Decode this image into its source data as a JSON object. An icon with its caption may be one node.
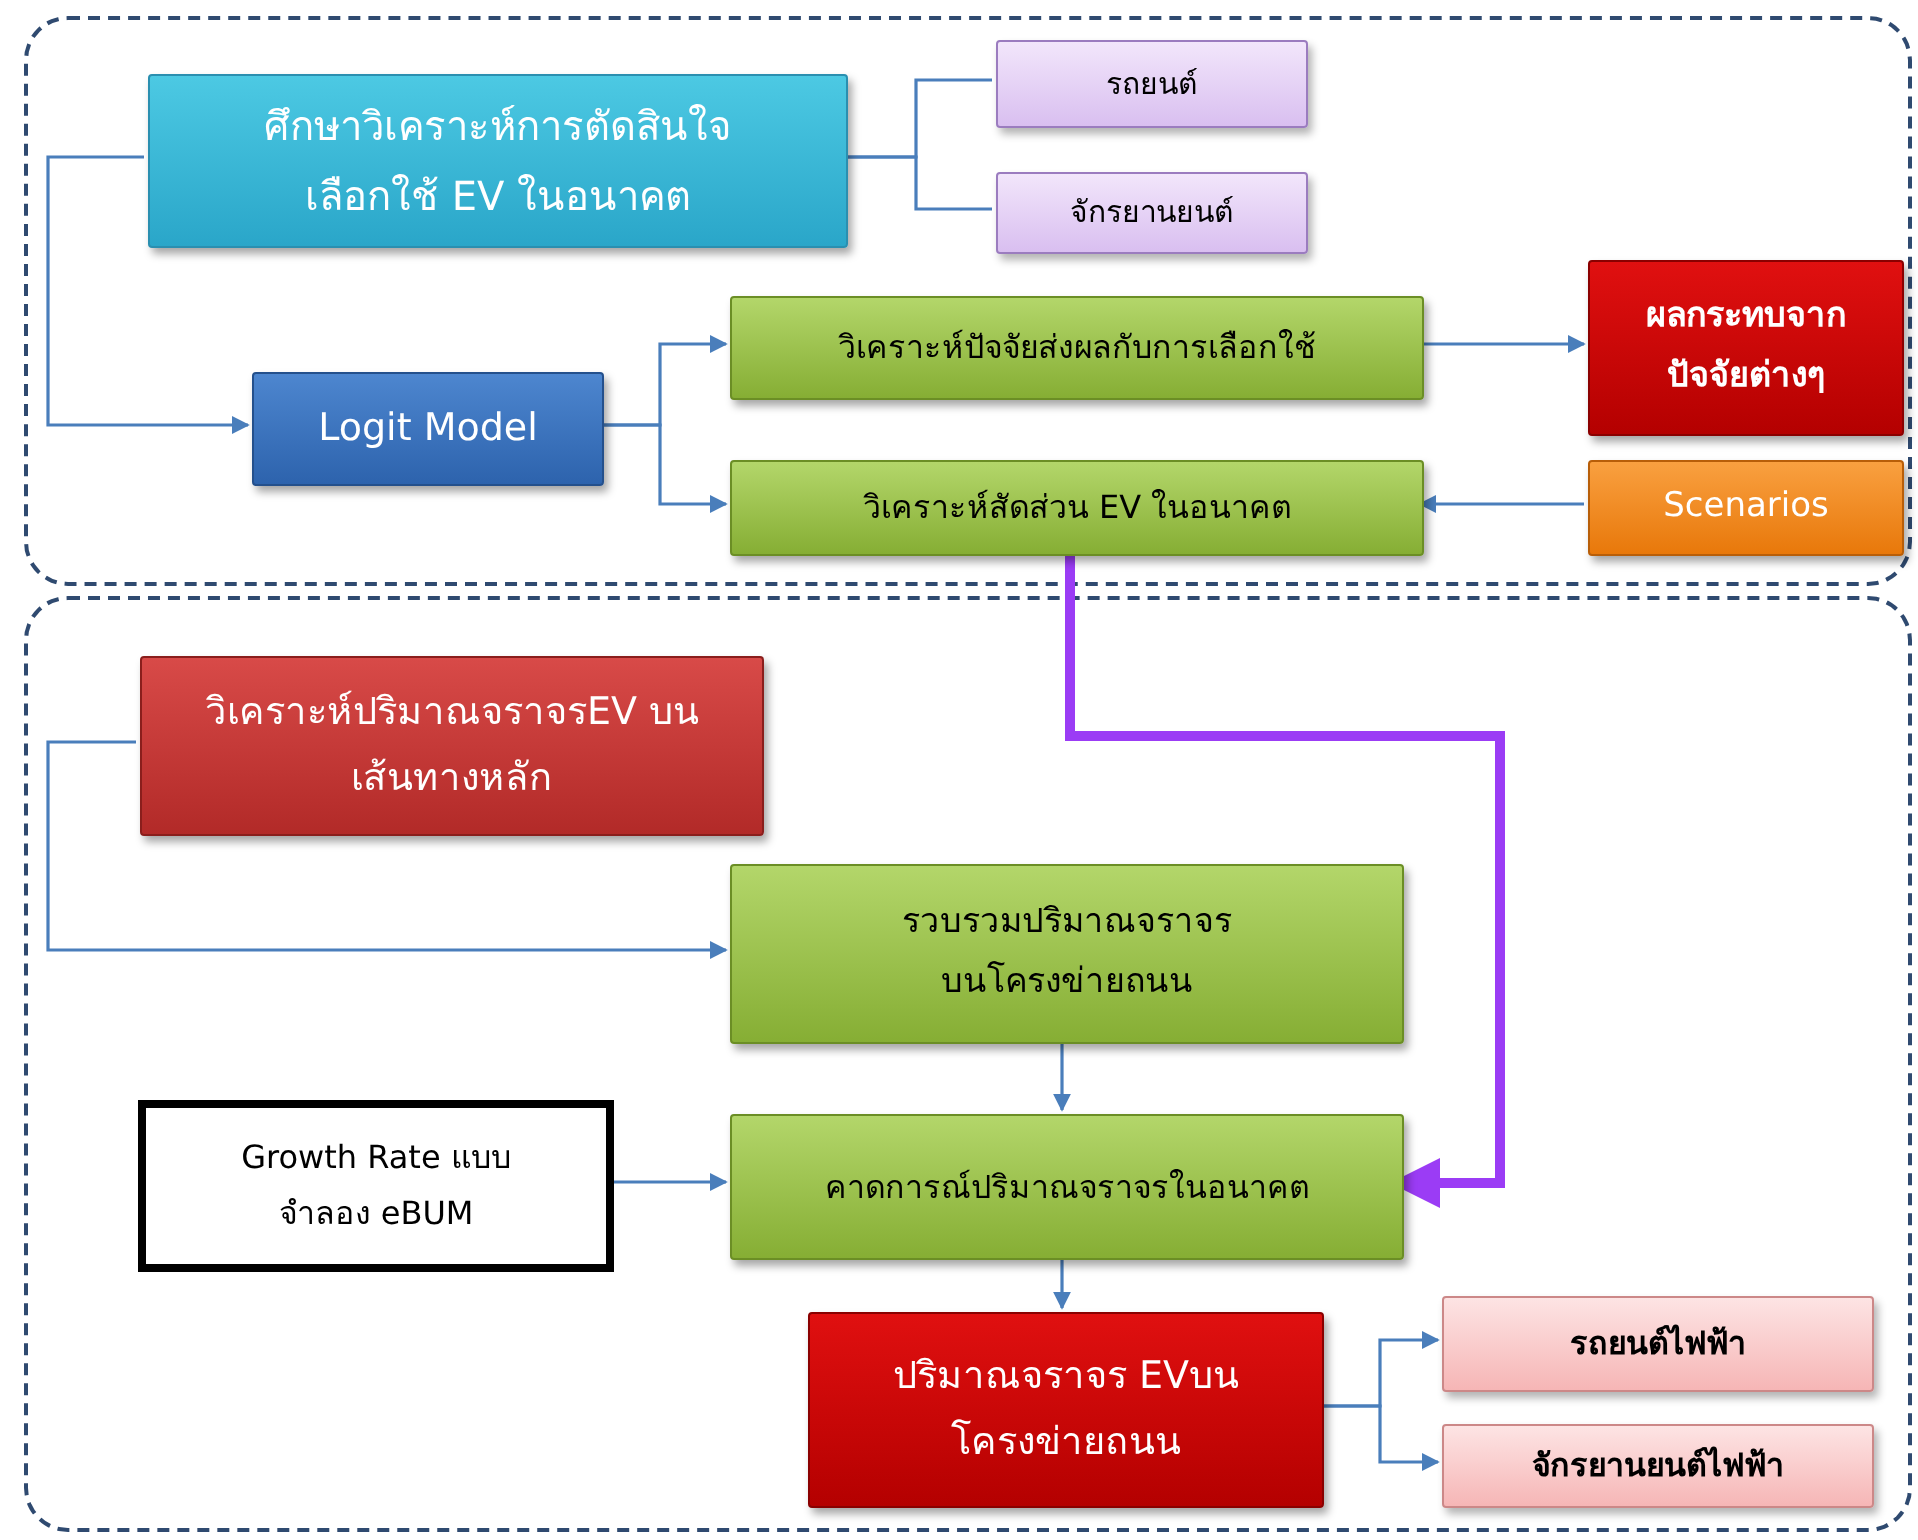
{
  "diagram": {
    "nodes": [
      {
        "text": [],
        "shape": "box"
      },
      {
        "text": [
          "ศึกษาวิเคราะห์การตัดสินใจเลือกใช้ EV ในอนาคต"
        ],
        "in": 0
      },
      {
        "text": [
          "รถยนต์"
        ],
        "in": 0
      },
      {
        "text": [
          "จักรยานยนต์"
        ],
        "in": 0
      },
      {
        "text": [
          "Logit Model"
        ],
        "in": 0
      },
      {
        "text": [
          "วิเคราะห์ปัจจัยส่งผลกับการเลือกใช้"
        ],
        "in": 0
      },
      {
        "text": [
          "ผลกระทบจากปัจจัยต่างๆ"
        ],
        "in": 0
      },
      {
        "text": [
          "วิเคราะห์สัดส่วน EV ในอนาคต"
        ],
        "in": 0
      },
      {
        "text": [
          "Scenarios"
        ],
        "in": 0
      },
      {
        "text": [],
        "shape": "box"
      },
      {
        "text": [
          "วิเคราะห์ปริมาณจราจรEV บนเส้นทางหลัก"
        ],
        "in": 9
      },
      {
        "text": [
          "รวบรวมปริมาณจราจรบนโครงข่ายถนน"
        ],
        "in": 9
      },
      {
        "text": [
          "Growth Rate แบบจำลอง eBUM"
        ],
        "in": 9
      },
      {
        "text": [
          "คาดการณ์ปริมาณจราจรในอนาคต"
        ],
        "in": 9
      },
      {
        "text": [
          "ปริมาณจราจร EVบนโครงข่ายถนน"
        ],
        "in": 9
      },
      {
        "text": [
          "รถยนต์ไฟฟ้า"
        ],
        "in": 9
      },
      {
        "text": [
          "จักรยานยนต์ไฟฟ้า"
        ],
        "in": 9
      }
    ],
    "edges": [
      {
        "from": 1,
        "to": 2,
        "arrow": "none"
      },
      {
        "from": 1,
        "to": 3,
        "arrow": "none"
      },
      {
        "from": 1,
        "to": 4,
        "arrow": "to"
      },
      {
        "from": 4,
        "to": 5,
        "arrow": "to"
      },
      {
        "from": 4,
        "to": 7,
        "arrow": "to"
      },
      {
        "from": 5,
        "to": 6,
        "arrow": "to"
      },
      {
        "from": 8,
        "to": 7,
        "arrow": "to"
      },
      {
        "from": 7,
        "to": 13,
        "arrow": "to",
        "style": "thick",
        "color": "#9b3cf5"
      },
      {
        "from": 10,
        "to": 11,
        "arrow": "to"
      },
      {
        "from": 11,
        "to": 13,
        "arrow": "to"
      },
      {
        "from": 12,
        "to": 13,
        "arrow": "to"
      },
      {
        "from": 13,
        "to": 14,
        "arrow": "to"
      },
      {
        "from": 14,
        "to": 15,
        "arrow": "to"
      },
      {
        "from": 14,
        "to": 16,
        "arrow": "to"
      }
    ]
  }
}
